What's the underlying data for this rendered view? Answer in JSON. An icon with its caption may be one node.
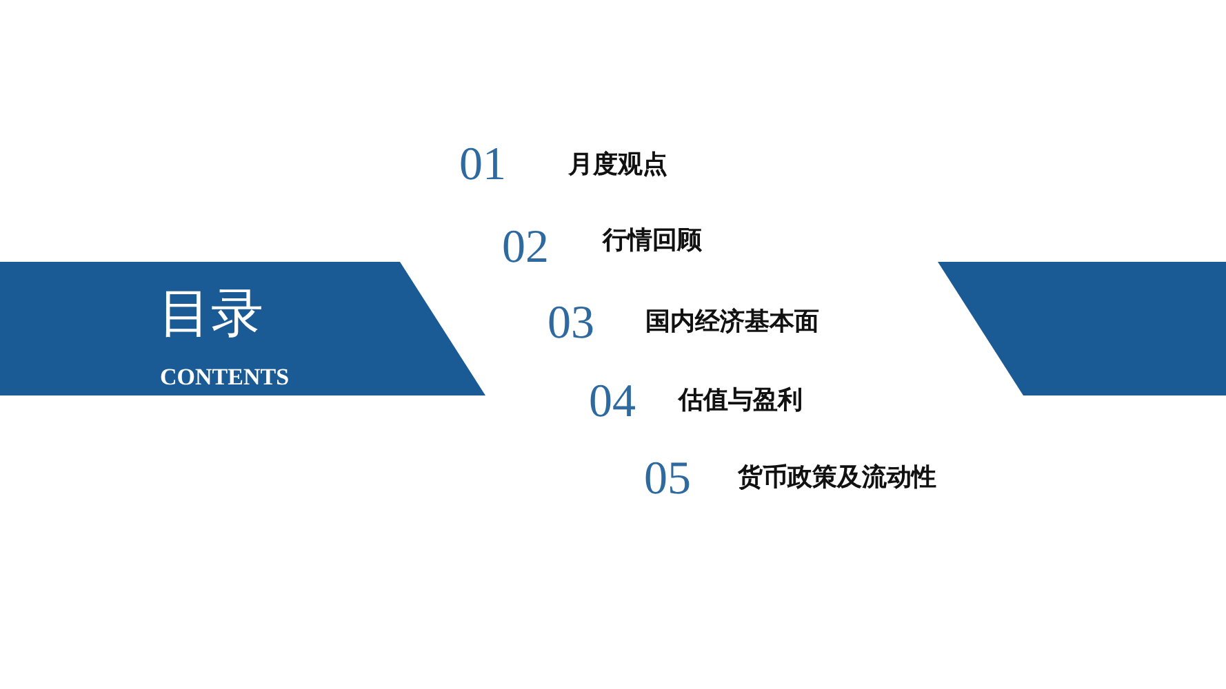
{
  "diagram": {
    "nodes": [
      {
        "text": [
          "目录",
          "CONTENTS"
        ]
      },
      {
        "text": [],
        "shape": "bar"
      }
    ],
    "labels": [
      "01",
      "月度观点",
      "02",
      "行情回顾",
      "03",
      "国内经济基本面",
      "04",
      "估值与盈利",
      "05",
      "货币政策及流动性"
    ]
  }
}
